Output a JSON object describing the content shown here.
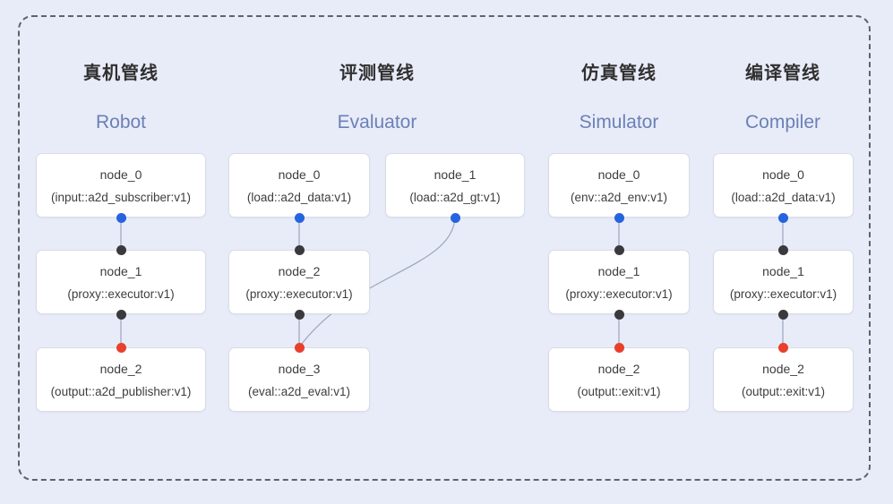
{
  "diagram": {
    "pipelines": [
      {
        "title_zh": "真机管线",
        "title_en": "Robot",
        "nodes": [
          {
            "name": "node_0",
            "type": "(input::a2d_subscriber:v1)"
          },
          {
            "name": "node_1",
            "type": "(proxy::executor:v1)"
          },
          {
            "name": "node_2",
            "type": "(output::a2d_publisher:v1)"
          }
        ]
      },
      {
        "title_zh": "评测管线",
        "title_en": "Evaluator",
        "nodes": [
          {
            "name": "node_0",
            "type": "(load::a2d_data:v1)"
          },
          {
            "name": "node_1",
            "type": "(load::a2d_gt:v1)"
          },
          {
            "name": "node_2",
            "type": "(proxy::executor:v1)"
          },
          {
            "name": "node_3",
            "type": "(eval::a2d_eval:v1)"
          }
        ]
      },
      {
        "title_zh": "仿真管线",
        "title_en": "Simulator",
        "nodes": [
          {
            "name": "node_0",
            "type": "(env::a2d_env:v1)"
          },
          {
            "name": "node_1",
            "type": "(proxy::executor:v1)"
          },
          {
            "name": "node_2",
            "type": "(output::exit:v1)"
          }
        ]
      },
      {
        "title_zh": "编译管线",
        "title_en": "Compiler",
        "nodes": [
          {
            "name": "node_0",
            "type": "(load::a2d_data:v1)"
          },
          {
            "name": "node_1",
            "type": "(proxy::executor:v1)"
          },
          {
            "name": "node_2",
            "type": "(output::exit:v1)"
          }
        ]
      }
    ],
    "colors": {
      "background": "#e8ecf8",
      "border_dash": "#5f6368",
      "node_bg": "#ffffff",
      "node_border": "#d9dce5",
      "edge": "#9aa6bc",
      "dot_blue": "#2563e0",
      "dot_black": "#3a3a3e",
      "dot_red": "#e8402d",
      "title_en": "#6b80b6",
      "title_zh": "#303030",
      "node_text": "#3d3d3d"
    }
  }
}
